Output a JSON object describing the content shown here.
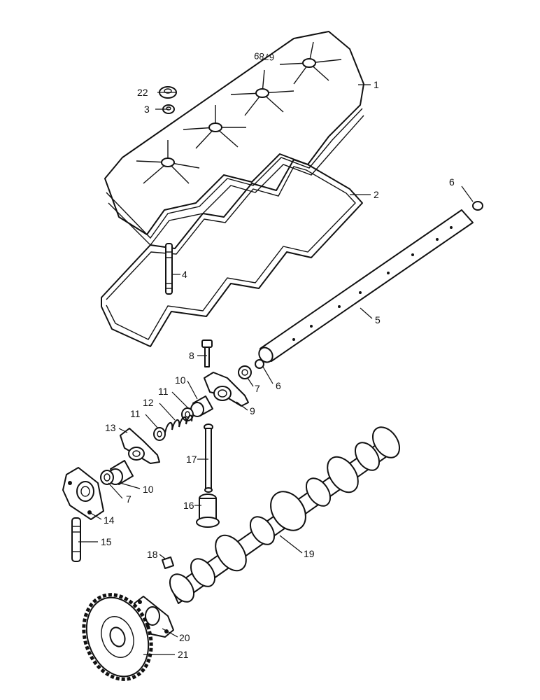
{
  "drawing_code": "6789",
  "callouts": {
    "p1": "1",
    "p2": "2",
    "p3": "3",
    "p4": "4",
    "p5": "5",
    "p6a": "6",
    "p6b": "6",
    "p7a": "7",
    "p7b": "7",
    "p8": "8",
    "p9": "9",
    "p10a": "10",
    "p10b": "10",
    "p11a": "11",
    "p11b": "11",
    "p12": "12",
    "p13": "13",
    "p14": "14",
    "p15": "15",
    "p16": "16",
    "p17": "17",
    "p18": "18",
    "p19": "19",
    "p20": "20",
    "p21": "21",
    "p22": "22"
  }
}
